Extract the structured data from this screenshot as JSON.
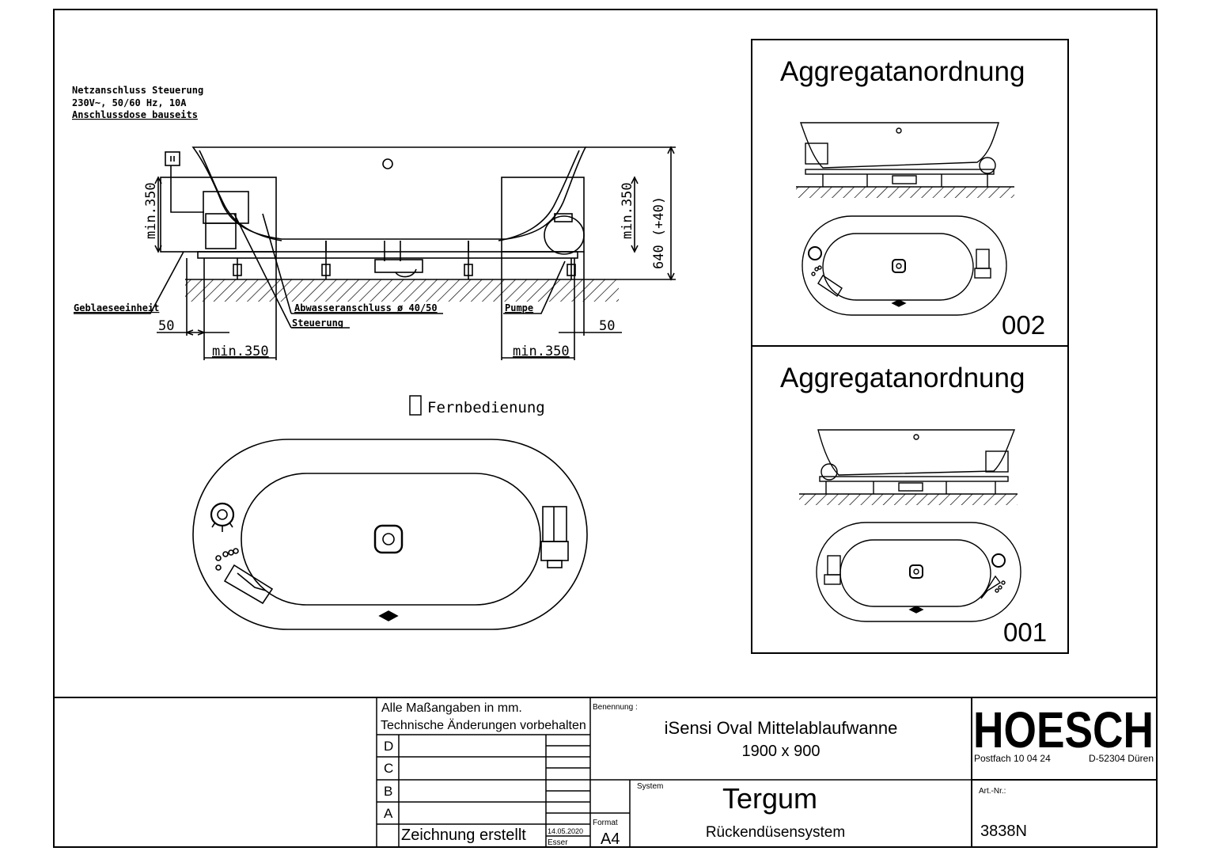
{
  "annotations": {
    "power_line1": "Netzanschluss Steuerung",
    "power_line2": "230V~, 50/60 Hz, 10A",
    "power_line3": "Anschlussdose bauseits",
    "blower": "Geblaeseeinheit",
    "wastewater": "Abwasseranschluss ø 40/50",
    "control": "Steuerung",
    "pump": "Pumpe",
    "remote": "Fernbedienung"
  },
  "dimensions": {
    "left_gap": "50",
    "right_gap": "50",
    "left_min_h": "min.350",
    "right_min_h": "min.350",
    "left_min_v": "min.350",
    "right_min_v": "min.350",
    "height": "640 (+40)"
  },
  "arrangements": [
    {
      "title": "Aggregatanordnung",
      "number": "002"
    },
    {
      "title": "Aggregatanordnung",
      "number": "001"
    }
  ],
  "title_block": {
    "note1": "Alle Maßangaben in mm.",
    "note2": "Technische Änderungen vorbehalten",
    "revisions": [
      "D",
      "C",
      "B",
      "A"
    ],
    "revision_a_text": "Zeichnung erstellt",
    "revision_a_date": "14.05.2020",
    "revision_a_author": "Esser",
    "format_label": "Format",
    "format_value": "A4",
    "benennung_label": "Benennung :",
    "product_name": "iSensi Oval Mittelablaufwanne",
    "product_size": "1900 x 900",
    "system_label": "System",
    "system_name": "Tergum",
    "system_desc": "Rückendüsensystem",
    "company": "HOESCH",
    "address_left": "Postfach 10 04 24",
    "address_right": "D-52304 Düren",
    "art_label": "Art.-Nr.:",
    "art_number": "3838N"
  }
}
